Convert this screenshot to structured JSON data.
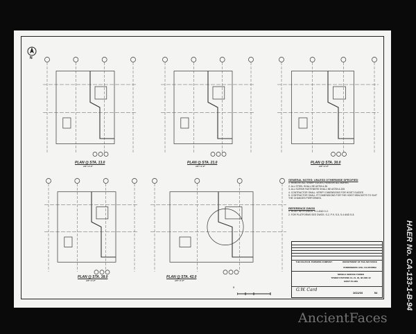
{
  "plans": [
    {
      "label": "PLAN @ STA. 13.0",
      "scale": "1/4\"=1'-0\""
    },
    {
      "label": "PLAN @ STA. 21.0",
      "scale": "1/4\"=1'-0\""
    },
    {
      "label": "PLAN @ STA. 30.0",
      "scale": "1/4\"=1'-0\""
    },
    {
      "label": "PLAN @ STA. 38.0",
      "scale": "1/4\"=1'-0\""
    },
    {
      "label": "PLAN @ STA. 42.0",
      "scale": "1/4\"=1'-0\""
    }
  ],
  "north_label": "N",
  "general_notes": {
    "heading": "GENERAL NOTES: UNLESS OTHERWISE SPECIFIED",
    "items": [
      "1. REMOVE ALL SHARP EDGES, REMOVE ALL BURRS.",
      "2. ALL STEEL SHALL BE ASTM A-36",
      "3. ALL SCREW FASTENERS SHALL BE ASTM A-325",
      "4. CONTRACTOR SHALL VERIFY DIMENSIONS FOR HOIST GUIDES",
      "5. CONTRACTOR SHALL FIT DIMENSIONS FOR THE HOIST BRACKETS TO SUIT THE CHANGES PERFORMED."
    ]
  },
  "reference_dwgs": {
    "heading": "REFERENCE DWGS",
    "items": [
      "1. HOIST WITH DWGS. H-1 AND H-2.",
      "2. FOR PLATFORMS SEE DWGS. S-2, P-9, S-5, S-4 AND S-8."
    ]
  },
  "title_block": {
    "company": "THE RALPH M. PARSONS COMPANY",
    "department": "DEPARTMENT OF THE AIR FORCE",
    "location": "VANDENBERG AFB, CALIFORNIA",
    "project": "MISSILE SERVICE TOWER",
    "subtitle": "TOWER STATIONS 13, 21, 30, 38 AND 42",
    "sheet_title": "HOIST PLANS",
    "drawing_no": "1611/03",
    "sheet": "54"
  },
  "scale_bar_label": "0",
  "side_caption": "HAER No. CA-133-1-B-94",
  "watermark": "AncientFaces"
}
